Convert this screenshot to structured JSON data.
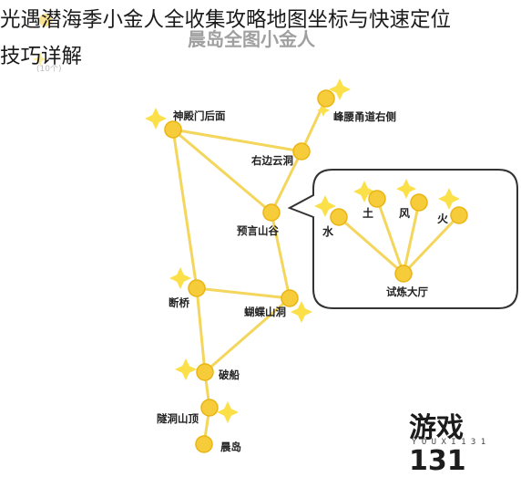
{
  "headline": {
    "line1": "光遇潜海季小金人全收集攻略地图坐标与快速定位",
    "line2": "技巧详解"
  },
  "map": {
    "subtitle": "晨岛全图小金人",
    "legend_count": "(10个)",
    "locations": {
      "shendian_back": "神殿门后面",
      "fengyao": "峰腰甬道右侧",
      "right_cave": "右边云洞",
      "prophecy_valley": "预言山谷",
      "broken_bridge": "断桥",
      "butterfly_cave": "蝴蝶山洞",
      "shipwreck": "破船",
      "tunnel_peak": "隧洞山顶",
      "dawn_isle": "晨岛",
      "trial_hall": "试炼大厅",
      "water": "水",
      "earth": "土",
      "wind": "风",
      "fire": "火"
    },
    "colors": {
      "node": "#f6cc3b",
      "node_stroke": "#e9b514",
      "path": "#f3d65b",
      "star": "#fbe04a",
      "bubble_border": "#333333",
      "label": "#222222"
    }
  },
  "watermark": {
    "name": "游戏131",
    "sub": "YOUXI131"
  }
}
